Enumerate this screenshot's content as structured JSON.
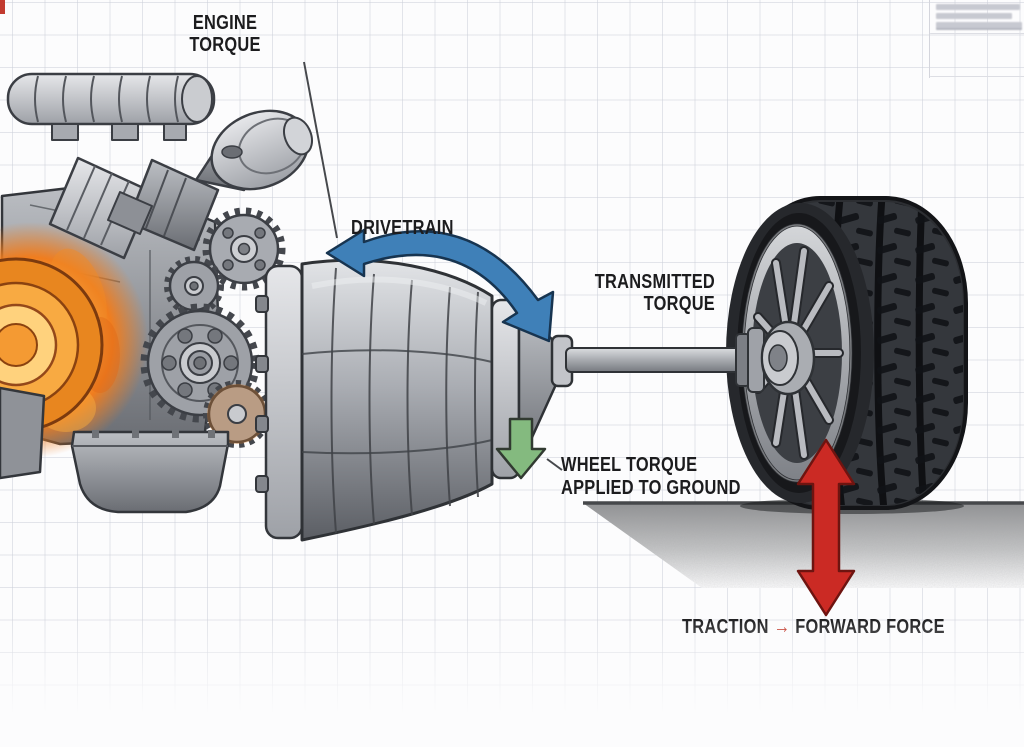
{
  "diagram": {
    "subject": "engine-to-wheel torque flow",
    "background": "graph-paper grid"
  },
  "labels": {
    "engine_torque_line1": "ENGINE",
    "engine_torque_line2": "TORQUE",
    "drivetrain": "DRIVETRAIN",
    "transmitted_line1": "TRANSMITTED",
    "transmitted_line2": "TORQUE",
    "wheel_torque_line1": "WHEEL TORQUE",
    "wheel_torque_line2": "APPLIED TO GROUND",
    "traction": "TRACTION",
    "traction_arrow": "→",
    "forward_force": "FORWARD FORCE"
  },
  "arrows": {
    "drivetrain": {
      "shape": "curved-double-arrow",
      "color": "#3f80b8",
      "outline": "#173450"
    },
    "wheel_torque": {
      "shape": "down-arrow",
      "color": "#84ba7f",
      "outline": "#313a31"
    },
    "traction": {
      "shape": "vertical-double-arrow",
      "color": "#cb2a24",
      "outline": "#6e1410"
    },
    "traction_text_arrow_color": "#c2392b"
  },
  "colors": {
    "text": "#1c1c1e",
    "grid_line": "#cdd0da",
    "background": "#fcfcfd",
    "ground": "#8f9092",
    "combustion_glow": "#f6a93e"
  }
}
